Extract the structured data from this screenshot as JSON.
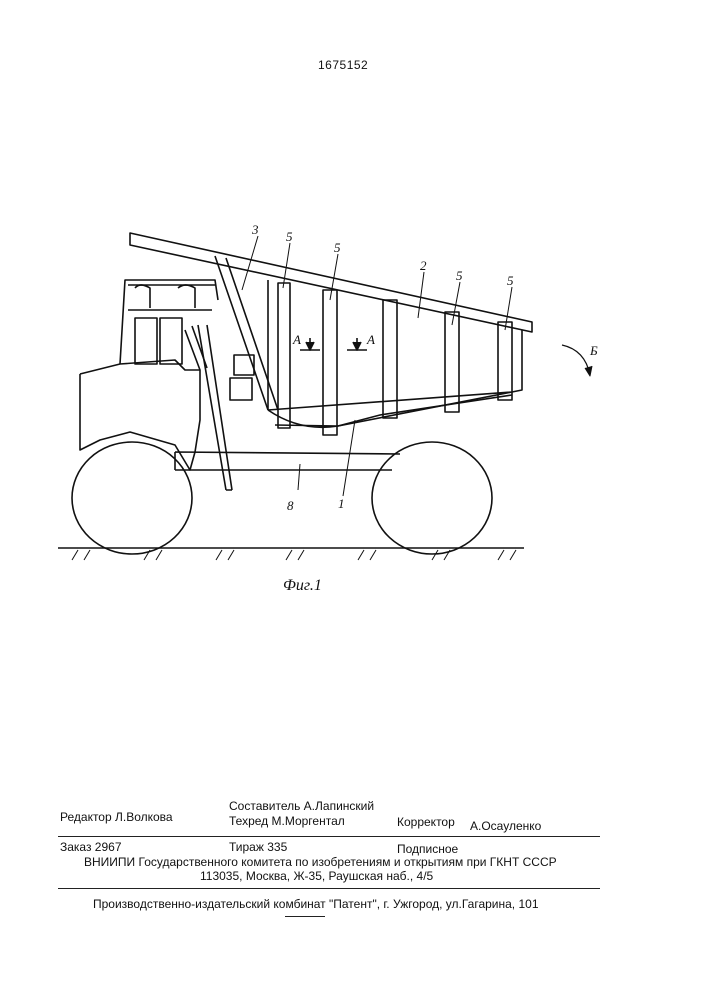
{
  "patent_number": "1675152",
  "figure": {
    "caption": "Фиг.1",
    "labels": {
      "body": "1",
      "body_top": "2",
      "strut": "3",
      "rib": "5",
      "frame": "8",
      "section_a": "А",
      "view_b": "Б"
    }
  },
  "footer": {
    "editor": "Редактор  Л.Волкова",
    "compiler": "Составитель  А.Лапинский",
    "techeditor": "Техред М.Моргентал",
    "corrector_label": "Корректор",
    "corrector_name": "А.Осауленко",
    "order": "Заказ  2967",
    "circulation": "Тираж  335",
    "subscription": "Подписное",
    "institute": "ВНИИПИ Государственного комитета по изобретениям и открытиям при ГКНТ СССР",
    "address": "113035, Москва, Ж-35, Раушская наб., 4/5",
    "publisher": "Производственно-издательский комбинат \"Патент\", г. Ужгород, ул.Гагарина, 101"
  }
}
